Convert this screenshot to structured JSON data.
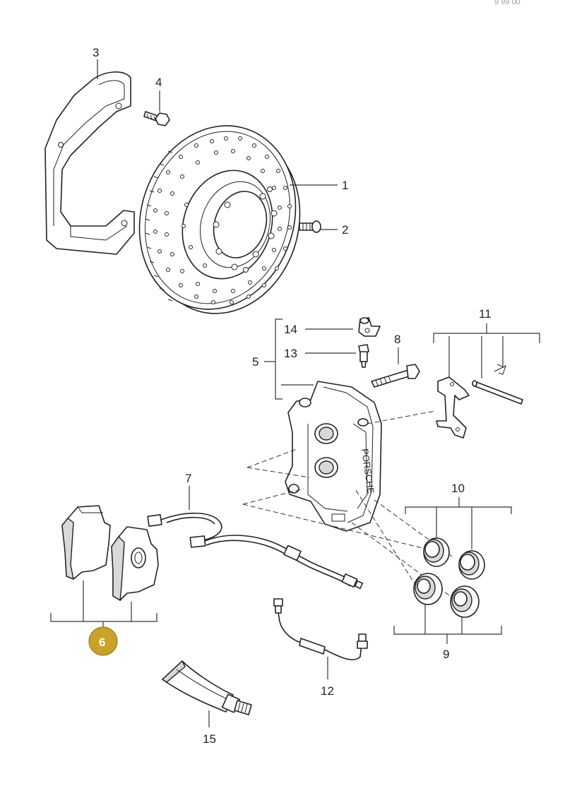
{
  "corner_text": "9 99 00",
  "callouts": {
    "c1": "1",
    "c2": "2",
    "c3": "3",
    "c4": "4",
    "c5": "5",
    "c6": "6",
    "c7": "7",
    "c8": "8",
    "c9": "9",
    "c10": "10",
    "c11": "11",
    "c12": "12",
    "c13": "13",
    "c14": "14",
    "c15": "15"
  },
  "caliper_brand": "PORSCHE",
  "colors": {
    "highlight_badge": "#c9a227",
    "line": "#222222"
  }
}
